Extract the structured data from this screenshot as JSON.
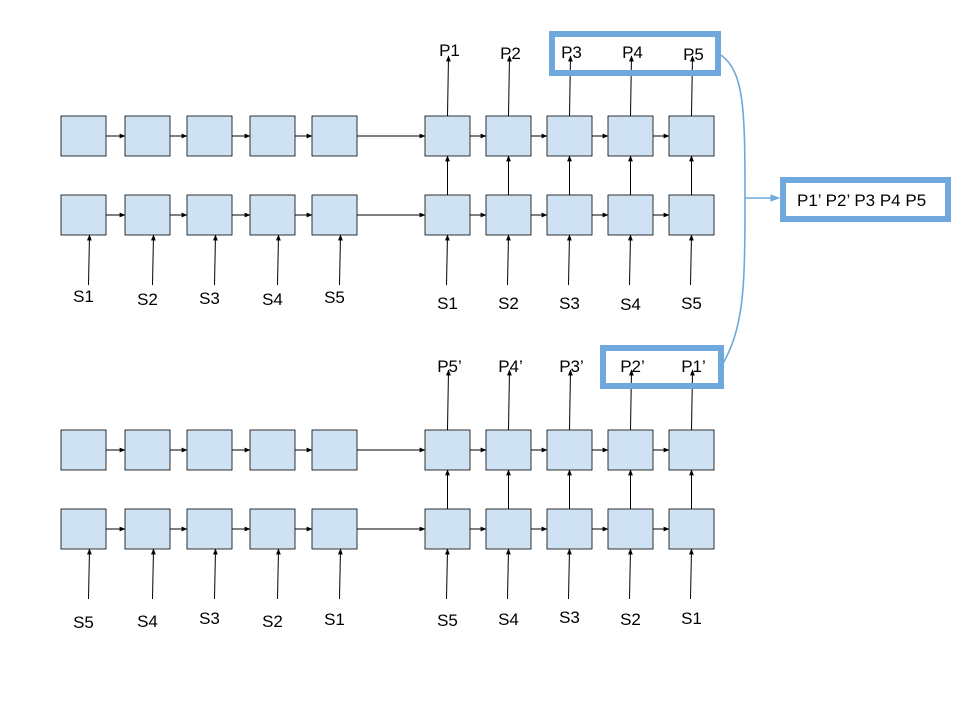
{
  "diagram": {
    "forward": {
      "encoder_inputs": [
        "S1",
        "S2",
        "S3",
        "S4",
        "S5"
      ],
      "decoder_inputs": [
        "S1",
        "S2",
        "S3",
        "S4",
        "S5"
      ],
      "outputs": [
        "P1",
        "P2",
        "P3",
        "P4",
        "P5"
      ]
    },
    "backward": {
      "encoder_inputs": [
        "S5",
        "S4",
        "S3",
        "S2",
        "S1"
      ],
      "decoder_inputs": [
        "S5",
        "S4",
        "S3",
        "S2",
        "S1"
      ],
      "outputs": [
        "P5’",
        "P4’",
        "P3’",
        "P2’",
        "P1’"
      ]
    },
    "combined_output": "P1’ P2’ P3 P4 P5"
  },
  "colors": {
    "cell_fill": "#cfe2f3",
    "highlight": "#6fa8dc"
  }
}
